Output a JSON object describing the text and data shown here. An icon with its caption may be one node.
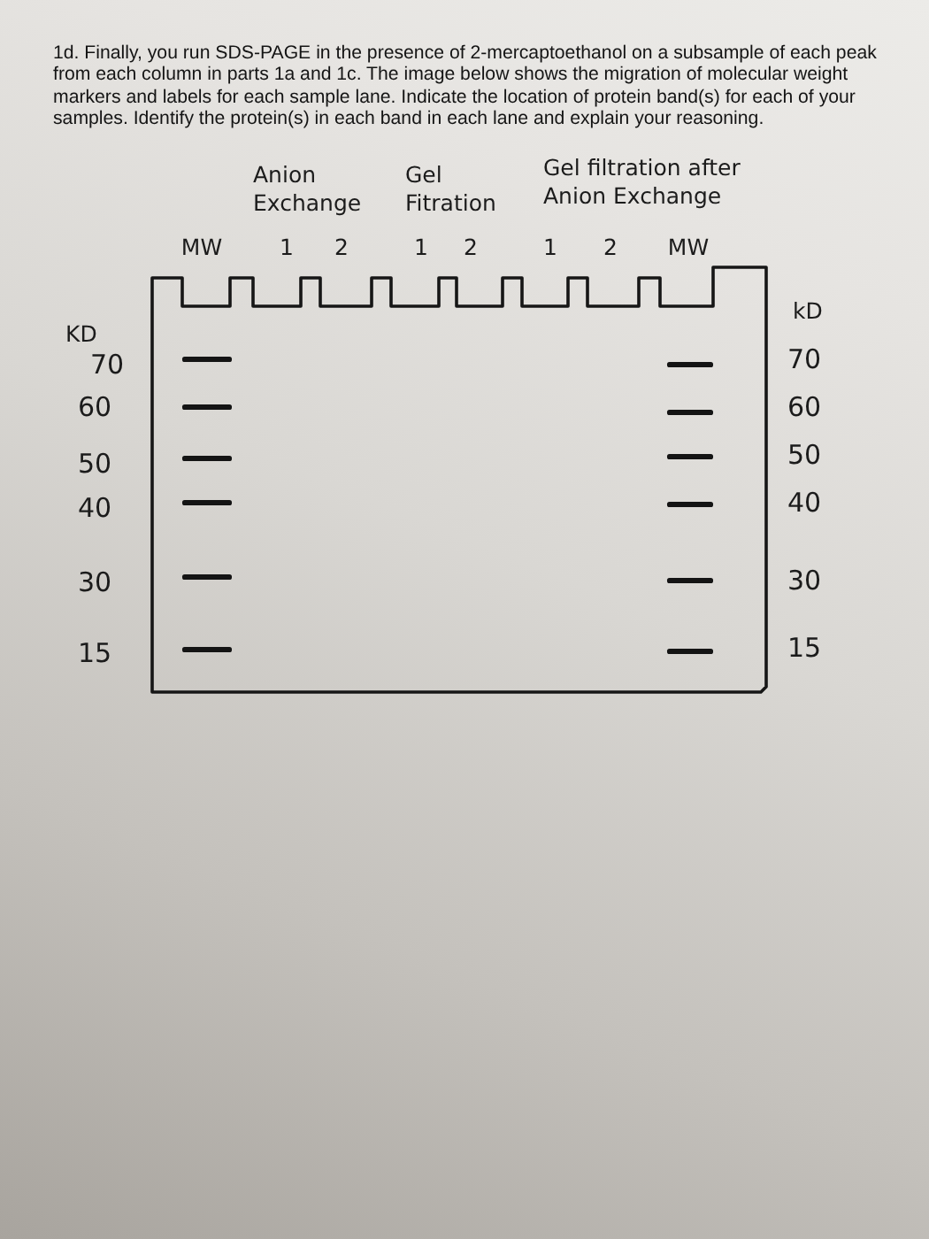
{
  "diagram": {
    "labels": [
      "1d. Finally, you run SDS-PAGE in the presence of 2-mercaptoethanol on a subsample of each peak from each column in parts 1a and 1c. The image below shows the migration of molecular weight markers and labels for each sample lane. Indicate the location of protein band(s) for each of your samples. Identify the protein(s) in each band in each lane and explain your reasoning.",
      "Anion Exchange",
      "Gel Fitration",
      "Gel filtration after Anion Exchange",
      "MW",
      "1",
      "2",
      "1",
      "2",
      "1",
      "2",
      "MW",
      "KD",
      "70",
      "60",
      "50",
      "40",
      "30",
      "15",
      "kD",
      "70",
      "60",
      "50",
      "40",
      "30",
      "15"
    ]
  }
}
